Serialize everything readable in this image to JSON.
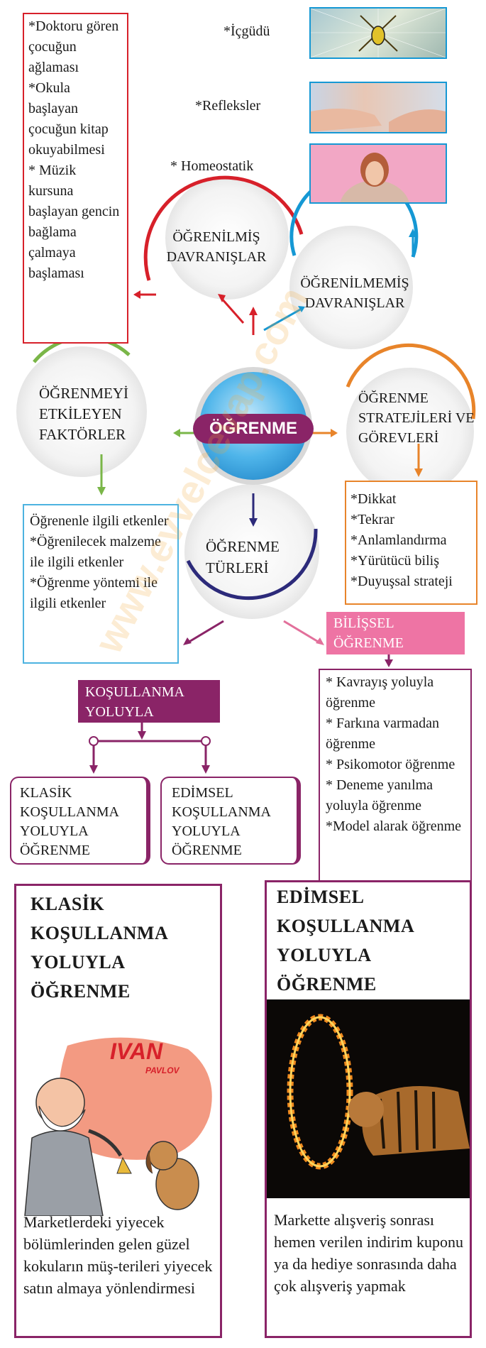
{
  "innate": {
    "items": [
      "*İçgüdü",
      "*Refleksler",
      "*  Homeostatik"
    ]
  },
  "learned_examples": [
    "*Doktoru gören çocuğun ağlaması",
    "*Okula başlayan çocuğun kitap okuyabilmesi",
    "* Müzik kursuna başlayan gencin bağlama çalmaya başlaması"
  ],
  "nodes": {
    "learned": "ÖĞRENİLMİŞ DAVRANIŞLAR",
    "unlearned": "ÖĞRENİLMEMİŞ DAVRANIŞLAR",
    "factors": "ÖĞRENMEYİ ETKİLEYEN FAKTÖRLER",
    "center": "ÖĞRENME",
    "strategies": "ÖĞRENME STRATEJİLERİ VE GÖREVLERİ",
    "types": "ÖĞRENME TÜRLERİ"
  },
  "factors_list": [
    "Öğrenenle ilgili etkenler",
    "*Öğrenilecek malzeme ile ilgili etkenler",
    "*Öğrenme yöntemi ile ilgili etkenler"
  ],
  "strategies_list": [
    "*Dikkat",
    "*Tekrar",
    "*Anlamlandırma",
    "*Yürütücü biliş",
    "*Duyuşsal strateji"
  ],
  "cognitive": {
    "label": "BİLİŞSEL ÖĞRENME",
    "items": [
      "* Kavrayış yoluyla öğrenme",
      "* Farkına varmadan öğrenme",
      "* Psikomotor öğrenme",
      "* Deneme yanılma yoluyla öğrenme",
      "*Model alarak öğrenme"
    ]
  },
  "conditioning": {
    "label": "KOŞULLANMA YOLUYLA",
    "classical": "KLASİK KOŞULLANMA YOLUYLA ÖĞRENME",
    "operant": "EDİMSEL KOŞULLANMA YOLUYLA ÖĞRENME"
  },
  "cards": {
    "classical": {
      "title": "KLASİK KOŞULLANMA YOLUYLA ÖĞRENME",
      "ivan": "IVAN",
      "pavlov": "PAVLOV",
      "caption": "Marketlerdeki yiyecek bölümlerinden gelen güzel kokuların müş-terileri yiyecek satın almaya yönlendirmesi"
    },
    "operant": {
      "title": "EDİMSEL KOŞULLANMA YOLUYLA ÖĞRENME",
      "caption": "Markette alışveriş sonrası hemen verilen indirim kuponu ya da hediye sonrasında daha çok alışveriş yapmak"
    }
  },
  "watermark": "www.evvelcevap.com",
  "colors": {
    "red": "#d7202a",
    "blue": "#1598d4",
    "green": "#7ab648",
    "orange": "#e8842a",
    "navy": "#2c2a7a",
    "purple": "#8a2467",
    "pink": "#e2709b",
    "sphere": "#4fb5ea"
  }
}
